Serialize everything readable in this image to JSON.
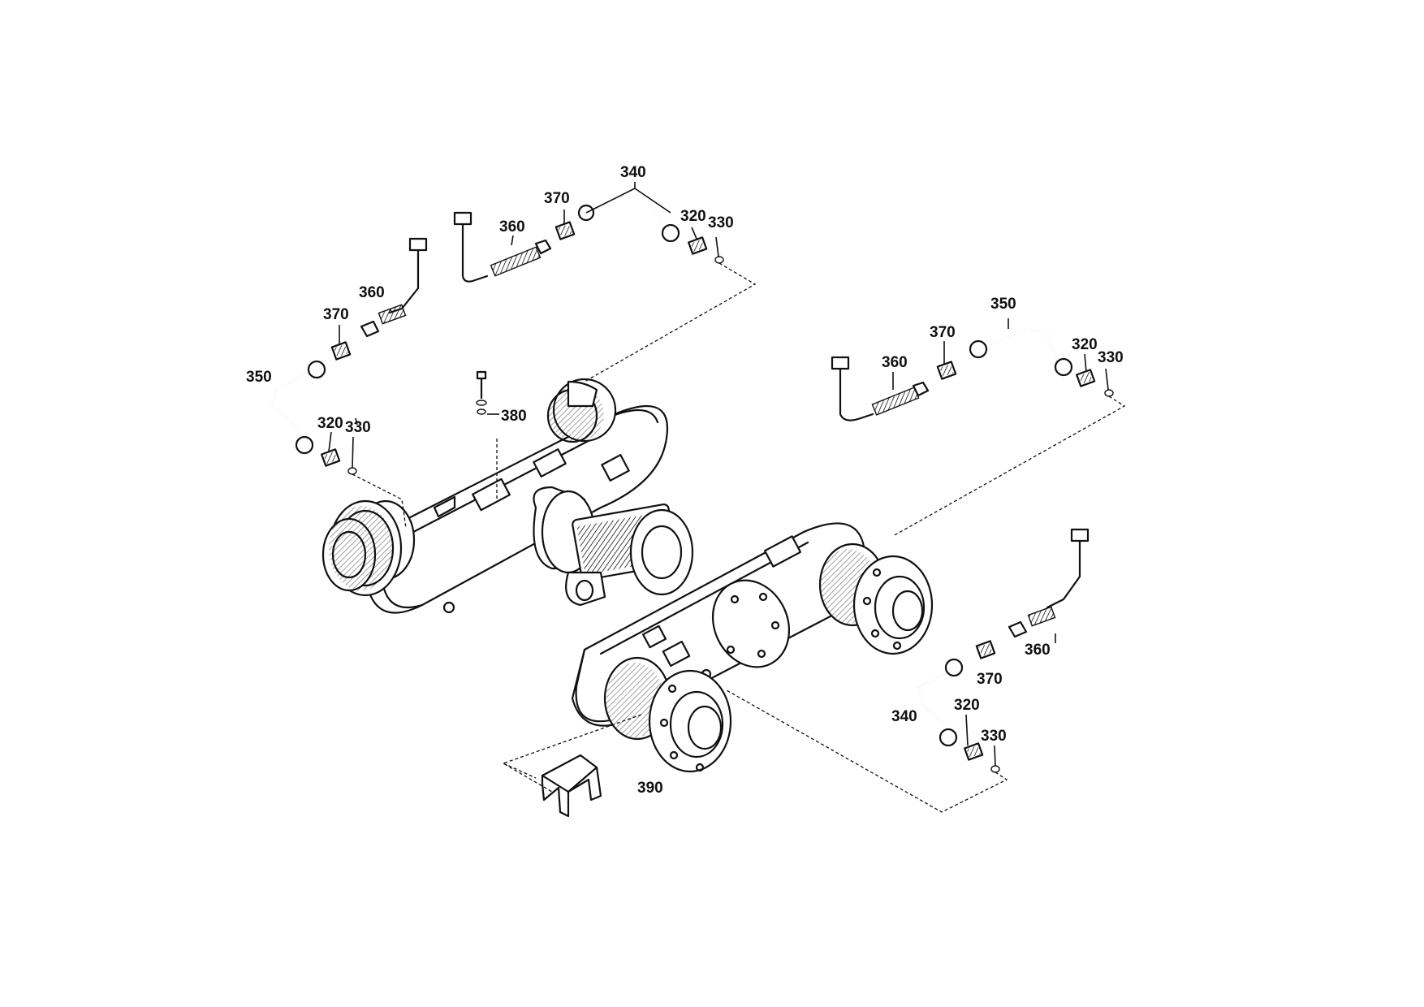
{
  "labels": {
    "p340_top": "340",
    "p370_top": "370",
    "p360_top": "360",
    "p320_top": "320",
    "p330_top": "330",
    "p360_left": "360",
    "p370_left": "370",
    "p350_left": "350",
    "p320_left": "320",
    "p330_left": "330",
    "p380": "380",
    "p350_right": "350",
    "p370_right": "370",
    "p360_right": "360",
    "p320_right": "320",
    "p330_right": "330",
    "p360_lower": "360",
    "p370_lower": "370",
    "p340_lower": "340",
    "p320_lower": "320",
    "p330_lower": "330",
    "p390": "390"
  }
}
